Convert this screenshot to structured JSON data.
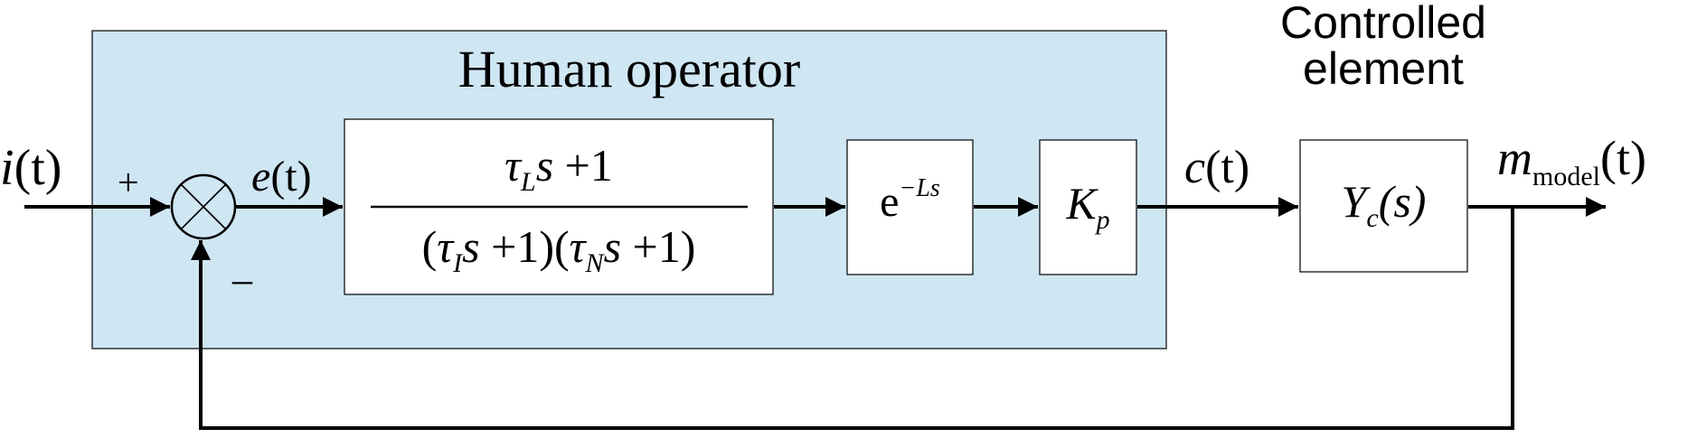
{
  "diagram": {
    "colors": {
      "operator_fill": "#cfe6f3",
      "stroke": "#000000",
      "block_fill": "#ffffff"
    },
    "labels": {
      "human_operator": "Human operator",
      "controlled_element": "Controlled\nelement"
    },
    "signals": {
      "input": {
        "sym": "i",
        "arg": "(t)"
      },
      "error": {
        "sym": "e",
        "arg": "(t)"
      },
      "control": {
        "sym": "c",
        "arg": "(t)"
      },
      "output": {
        "sym": "m",
        "sub": "model",
        "arg": "(t)"
      }
    },
    "summing_junction": {
      "plus": "+",
      "minus": "–"
    },
    "blocks": {
      "lead_lag": {
        "num": {
          "tau": "τ",
          "sub": "L",
          "rest": "s +1"
        },
        "den": {
          "open": "(",
          "tau1": "τ",
          "sub1": "I",
          "rest1": "s +1)",
          "open2": "(",
          "tau2": "τ",
          "sub2": "N",
          "rest2": "s +1)"
        }
      },
      "delay": {
        "base": "e",
        "sup": "−Ls"
      },
      "gain": {
        "sym": "K",
        "sub": "p"
      },
      "plant": {
        "sym": "Y",
        "sub": "c",
        "arg": "(s)"
      }
    }
  }
}
